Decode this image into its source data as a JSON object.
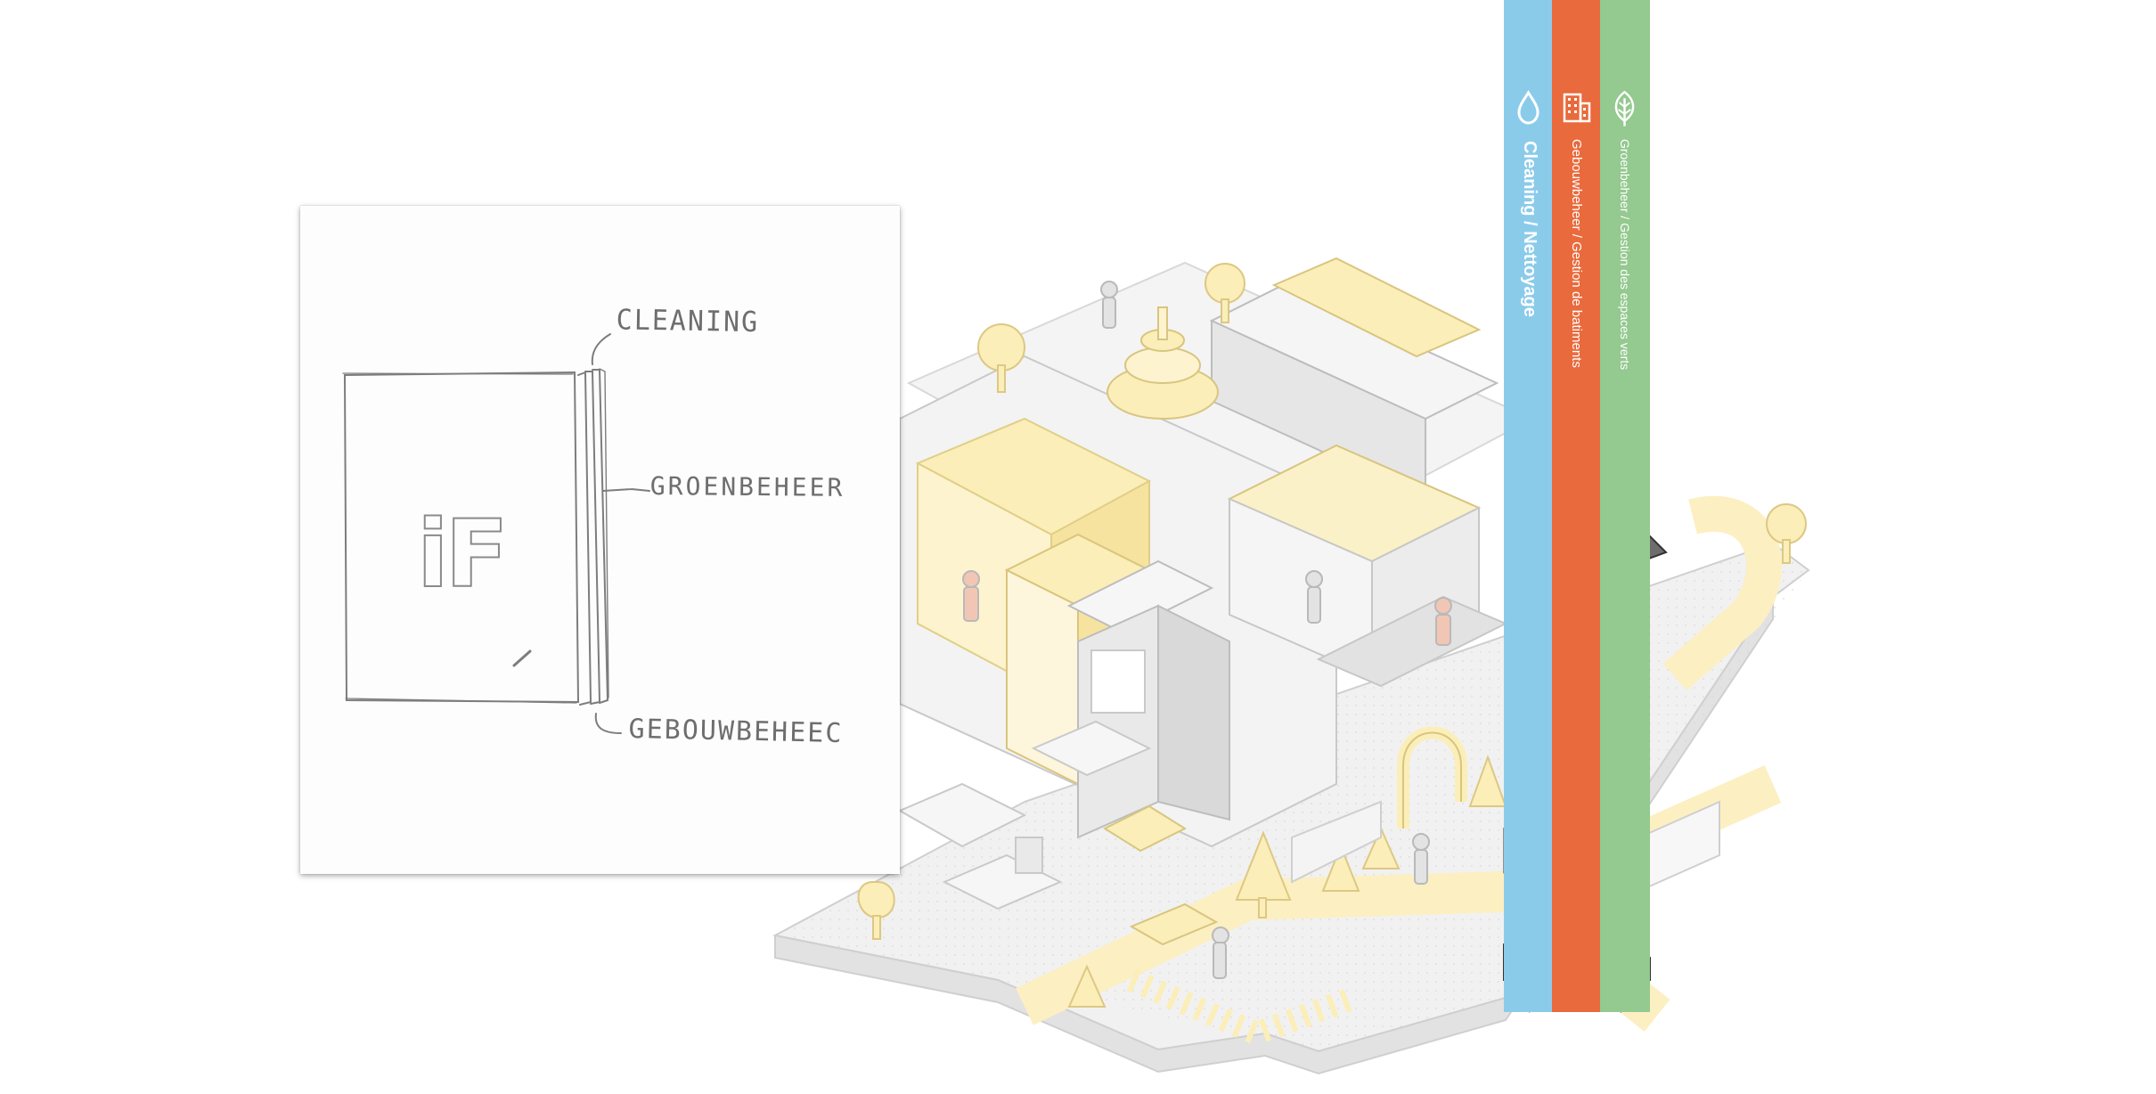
{
  "sketch": {
    "logo_text": "iF",
    "labels": {
      "cleaning": "CLEANING",
      "groenbeheer": "GROENBEHEER",
      "gebouwbeheer": "GEBOUWBEHEEC"
    }
  },
  "categories": [
    {
      "id": "cleaning",
      "label": "Cleaning / Nettoyage",
      "icon": "water-drop-icon",
      "color": "#8bcbea"
    },
    {
      "id": "gebouw",
      "label": "Gebouwbeheer / Gestion de batiments",
      "icon": "building-icon",
      "color": "#e96a3c"
    },
    {
      "id": "groen",
      "label": "Groenbeheer / Gestion des espaces verts",
      "icon": "leaf-icon",
      "color": "#94c98f"
    }
  ],
  "palette": {
    "accent_yellow": "#f7d24a",
    "pale_yellow": "#fbeeb8",
    "outline": "#4a4a4a",
    "ground": "#efefef"
  }
}
